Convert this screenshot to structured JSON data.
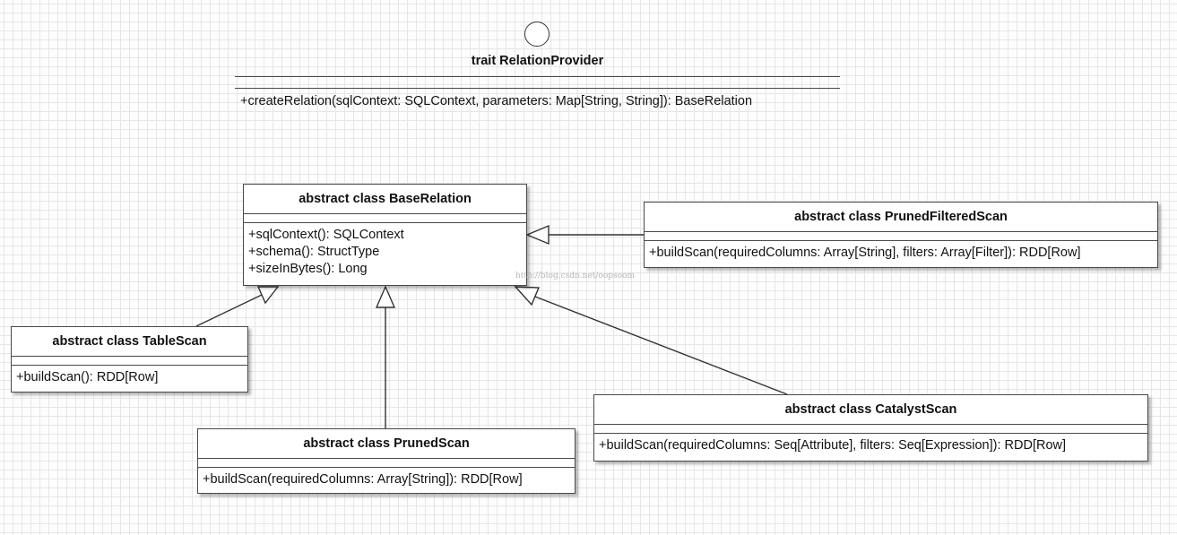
{
  "trait": {
    "title": "trait RelationProvider",
    "operation": "+createRelation(sqlContext: SQLContext, parameters: Map[String, String]): BaseRelation"
  },
  "classes": {
    "base_relation": {
      "title": "abstract class BaseRelation",
      "operations": [
        "+sqlContext(): SQLContext",
        "+schema(): StructType",
        "+sizeInBytes(): Long"
      ]
    },
    "pruned_filtered_scan": {
      "title": "abstract class PrunedFilteredScan",
      "operations": [
        "+buildScan(requiredColumns: Array[String], filters: Array[Filter]): RDD[Row]"
      ]
    },
    "table_scan": {
      "title": "abstract class TableScan",
      "operations": [
        "+buildScan(): RDD[Row]"
      ]
    },
    "pruned_scan": {
      "title": "abstract class PrunedScan",
      "operations": [
        "+buildScan(requiredColumns: Array[String]): RDD[Row]"
      ]
    },
    "catalyst_scan": {
      "title": "abstract class CatalystScan",
      "operations": [
        "+buildScan(requiredColumns: Seq[Attribute], filters: Seq[Expression]): RDD[Row]"
      ]
    }
  },
  "relationships": [
    {
      "from": "pruned_filtered_scan",
      "to": "base_relation",
      "type": "generalization"
    },
    {
      "from": "table_scan",
      "to": "base_relation",
      "type": "generalization"
    },
    {
      "from": "pruned_scan",
      "to": "base_relation",
      "type": "generalization"
    },
    {
      "from": "catalyst_scan",
      "to": "base_relation",
      "type": "generalization"
    }
  ],
  "watermark": "http://blog.csdn.net/oopsoom"
}
